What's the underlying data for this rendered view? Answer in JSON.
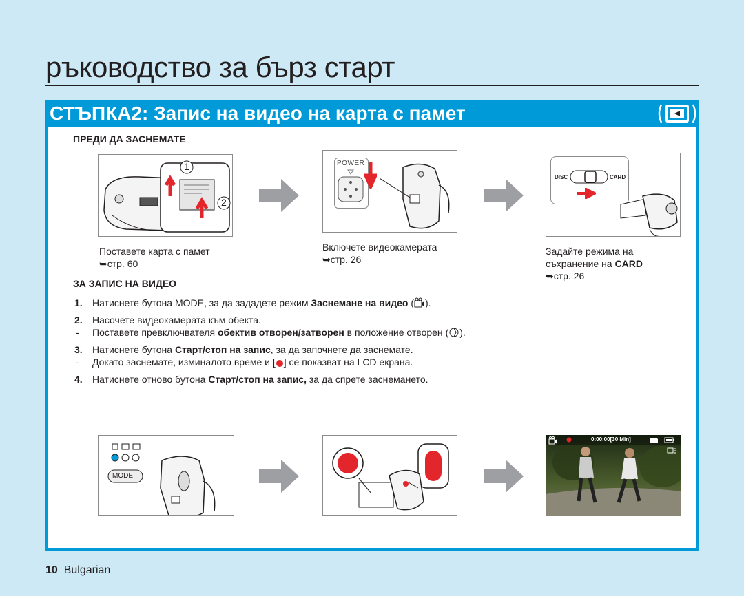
{
  "header": {
    "title": "ръководство за бърз старт",
    "step_title": "СТЪПКА2: Запис на видео на карта с памет"
  },
  "before_section": {
    "heading": "ПРЕДИ ДА ЗАСНЕМАТЕ",
    "captions": [
      {
        "line1": "Поставете карта с памет",
        "line2": "стр. 60"
      },
      {
        "line1": "Включете видеокамерата",
        "line2": "стр. 26"
      },
      {
        "line1": "Задайте режима на",
        "line2_pre": "съхранение на ",
        "line2_bold": "CARD",
        "line3": "стр. 26"
      }
    ],
    "figure_labels": {
      "callout_1": "1",
      "callout_2": "2",
      "power_label": "POWER",
      "disc_label": "DISC",
      "card_label": "CARD"
    }
  },
  "recording_section": {
    "heading": "ЗА ЗАПИС НА ВИДЕО",
    "steps": {
      "s1_num": "1.",
      "s1_pre": "Натиснете бутона ",
      "s1_mode": "MODE",
      "s1_mid": ", за да зададете режим ",
      "s1_bold": "Заснемане на видео",
      "s1_open": " (",
      "s1_close": ").",
      "s2_num": "2.",
      "s2_text": "Насочете видеокамерата към обекта.",
      "s2a_dash": "-",
      "s2a_pre": "Поставете превключвателя ",
      "s2a_bold": "обектив отворен/затворен",
      "s2a_post": " в положение отворен ",
      "s2a_open": "(",
      "s2a_close": ").",
      "s3_num": "3.",
      "s3_pre": "Натиснете бутона ",
      "s3_bold": "Старт/стоп на запис",
      "s3_post": ", за да започнете да заснемате.",
      "s3a_dash": "-",
      "s3a_pre": "Докато заснемате, изминалото време и [",
      "s3a_post": "] се показват на LCD екрана.",
      "s4_num": "4.",
      "s4_pre": "Натиснете отново бутона ",
      "s4_bold": "Старт/стоп на запис,",
      "s4_post": " за да спрете заснемането."
    },
    "figure_labels": {
      "mode_button": "MODE",
      "lcd_timecode": "0:00:00[30 Min]"
    }
  },
  "footer": {
    "page_number": "10",
    "language": "_Bulgarian"
  },
  "colors": {
    "accent": "#009ad9",
    "page_background": "#cde9f6",
    "record_red": "#e3262b",
    "arrow_gray": "#9d9fa2"
  }
}
